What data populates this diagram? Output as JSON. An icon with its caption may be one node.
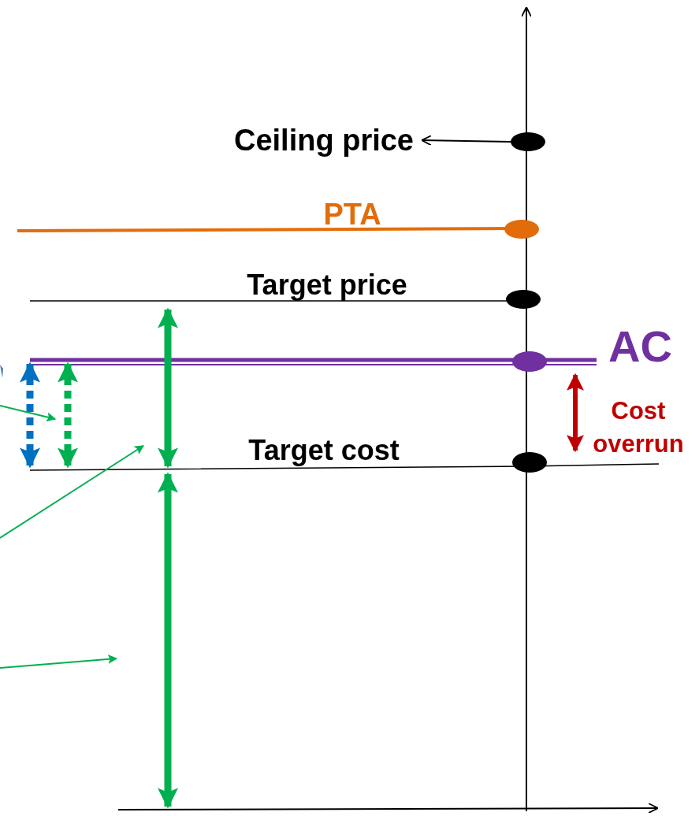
{
  "diagram": {
    "nodes": [
      {
        "text": [],
        "shape": "circle"
      },
      {
        "text": [
          "Ceiling price"
        ]
      },
      {
        "text": [],
        "shape": "circle"
      },
      {
        "text": [],
        "shape": "circle"
      },
      {
        "text": [],
        "shape": "circle"
      },
      {
        "text": [],
        "shape": "circle"
      }
    ],
    "edges": [
      {
        "from": 0,
        "to": 1,
        "arrow": "to"
      }
    ],
    "labels": [
      "PTA",
      "Target price",
      "AC",
      "Target cost",
      "Cost overrun"
    ]
  }
}
